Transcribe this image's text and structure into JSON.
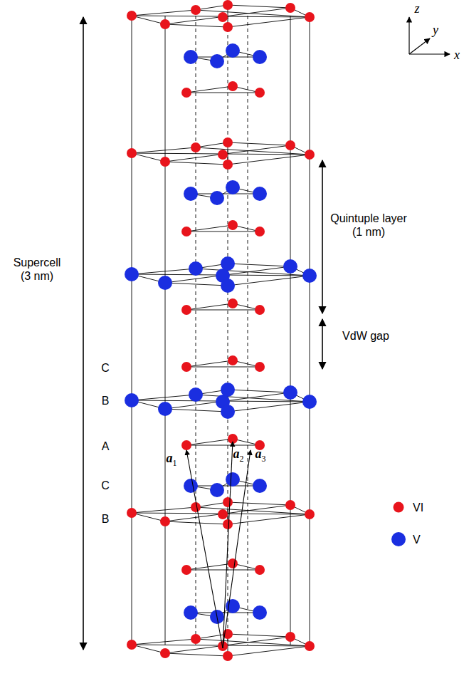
{
  "diagram": {
    "labels": [
      "z",
      "y",
      "x",
      "Quintuple layer (1 nm)",
      "Supercell (3 nm)",
      "VdW gap",
      "C",
      "B",
      "A",
      "C",
      "B",
      "a1",
      "a2",
      "a3"
    ],
    "legend": [
      {
        "text": "VI",
        "color": "#e8141c"
      },
      {
        "text": "V",
        "color": "#1a2ee0"
      }
    ]
  }
}
